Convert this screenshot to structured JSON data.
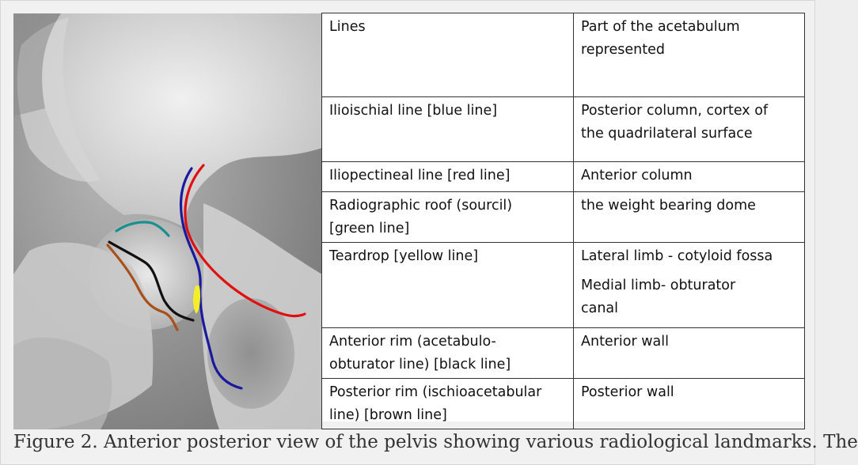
{
  "table": {
    "header": {
      "col1": [
        "Lines"
      ],
      "col2": [
        "Part of the acetabulum",
        "represented"
      ]
    },
    "rows": [
      {
        "line": [
          "Ilioischial line [blue line]"
        ],
        "part": [
          "Posterior column, cortex of",
          "the quadrilateral  surface"
        ]
      },
      {
        "line": [
          "Iliopectineal line [red line]"
        ],
        "part": [
          "Anterior column"
        ]
      },
      {
        "line": [
          "Radiographic roof (sourcil)",
          "[green line]"
        ],
        "part": [
          "the weight bearing dome"
        ]
      },
      {
        "line": [
          "Teardrop [yellow line]"
        ],
        "part": [
          "Lateral limb - cotyloid fossa",
          "",
          "Medial limb- obturator",
          "canal"
        ]
      },
      {
        "line": [
          "Anterior rim (acetabulo-",
          "obturator line) [black line]"
        ],
        "part": [
          "Anterior wall"
        ]
      },
      {
        "line": [
          "Posterior rim (ischioacetabular",
          "line) [brown line]"
        ],
        "part": [
          "Posterior wall"
        ]
      }
    ]
  },
  "caption": "Figure 2. Anterior posterior view of the pelvis showing various radiological landmarks. The",
  "landmark_colors": {
    "ilioischial": "#1a1a9e",
    "iliopectineal": "#e01010",
    "roof": "#1a8f8f",
    "teardrop": "#f2ef2a",
    "anterior_rim": "#101010",
    "posterior_rim": "#a8501a"
  }
}
